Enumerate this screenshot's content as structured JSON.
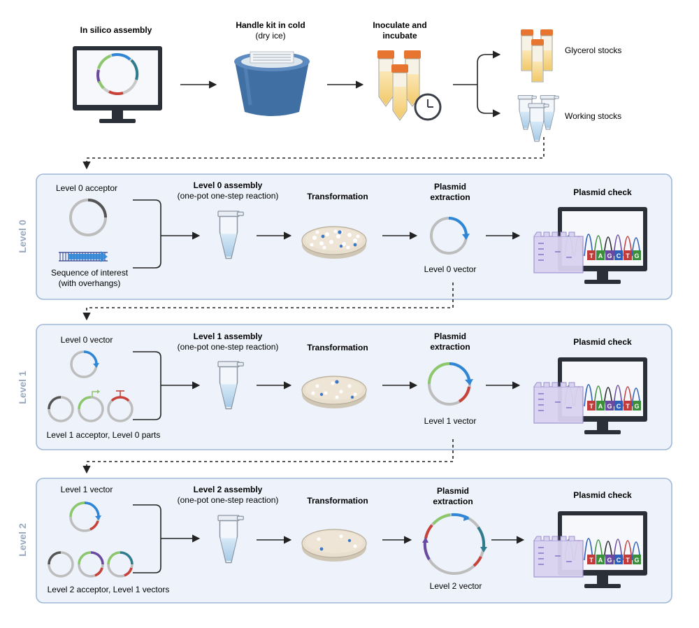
{
  "top": {
    "in_silico": "In silico assembly",
    "handle_kit_1": "Handle kit in cold",
    "handle_kit_2": "(dry ice)",
    "inoculate_1": "Inoculate and",
    "inoculate_2": "incubate",
    "glycerol": "Glycerol stocks",
    "working": "Working stocks"
  },
  "level0": {
    "side_label": "Level 0",
    "input_top": "Level 0 acceptor",
    "input_bottom_1": "Sequence of interest",
    "input_bottom_2": "(with overhangs)",
    "assembly_title": "Level 0 assembly",
    "assembly_sub": "(one-pot one-step reaction)",
    "transformation": "Transformation",
    "plasmid_1": "Plasmid",
    "plasmid_2": "extraction",
    "vector": "Level 0 vector",
    "check": "Plasmid check"
  },
  "level1": {
    "side_label": "Level 1",
    "input_top": "Level 0 vector",
    "input_bottom": "Level 1 acceptor, Level 0 parts",
    "assembly_title": "Level 1 assembly",
    "assembly_sub": "(one-pot one-step reaction)",
    "transformation": "Transformation",
    "plasmid_1": "Plasmid",
    "plasmid_2": "extraction",
    "vector": "Level 1 vector",
    "check": "Plasmid check"
  },
  "level2": {
    "side_label": "Level 2",
    "input_top": "Level 1 vector",
    "input_bottom": "Level 2 acceptor, Level 1 vectors",
    "assembly_title": "Level 2 assembly",
    "assembly_sub": "(one-pot one-step reaction)",
    "transformation": "Transformation",
    "plasmid_1": "Plasmid",
    "plasmid_2": "extraction",
    "vector": "Level 2 vector",
    "check": "Plasmid check"
  },
  "sequence_bases": [
    "T",
    "A",
    "G",
    "C",
    "T",
    "G"
  ],
  "colors": {
    "panel_fill": "#eef3fb",
    "panel_stroke": "#9fb8d8",
    "side_label": "#9aa9bd",
    "blue": "#2f86d6",
    "green": "#8cc86b",
    "red": "#c8423a",
    "purple": "#6a4aa0",
    "teal": "#2e7c8e",
    "grey": "#bdbdbd",
    "dark_grey": "#555555"
  }
}
